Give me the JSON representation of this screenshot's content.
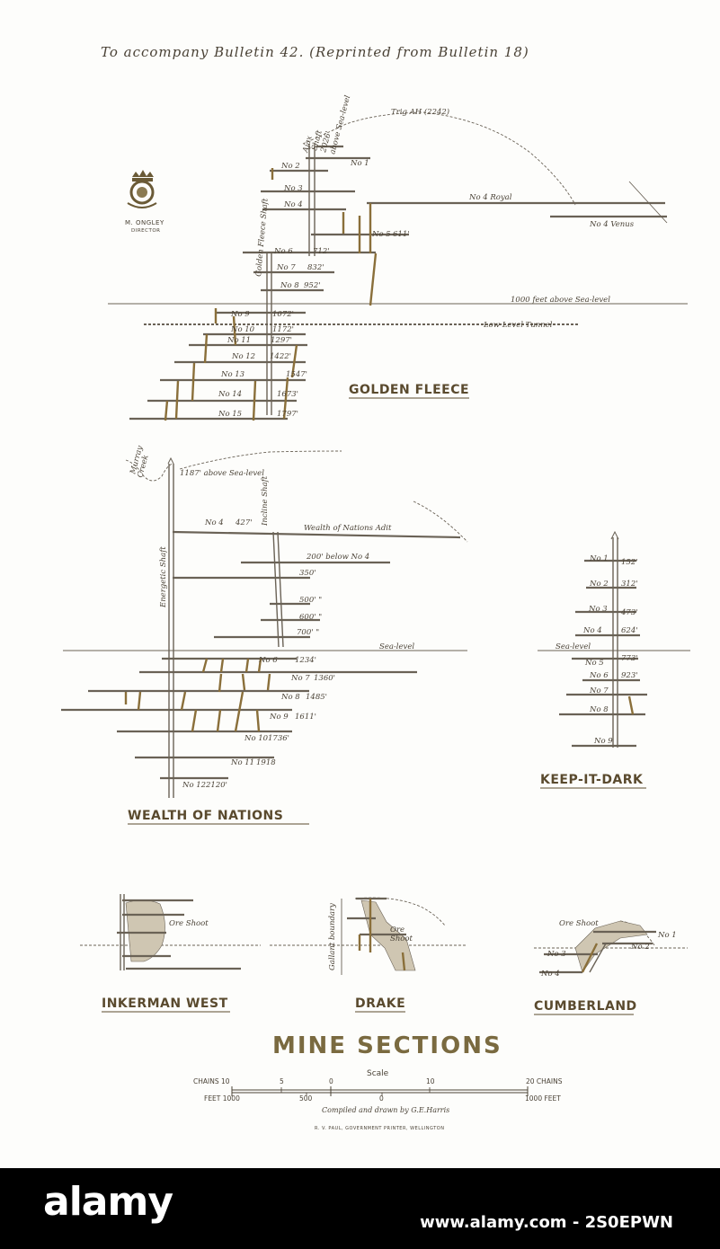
{
  "header": {
    "text": "To accompany  Bulletin 42. (Reprinted  from  Bulletin  18)"
  },
  "logo": {
    "line1": "M. ONGLEY",
    "line2": "DIRECTOR"
  },
  "golden_fleece": {
    "title": "GOLDEN FLEECE",
    "shaft_ajax": "Ajax",
    "shaft_ajax2": "Shaft",
    "ajax_elev": "2026'",
    "ajax_note": "above Sea-level",
    "trig": "Trig AH (2242)",
    "shaft_gf": "Golden Fleece Shaft",
    "sea_level": "1000 feet above Sea-level",
    "low_level": "Low Level Tunnel",
    "royal": "No 4 Royal",
    "venus": "No 4 Venus",
    "levels": [
      {
        "no": "No 1",
        "depth": ""
      },
      {
        "no": "No 2",
        "depth": ""
      },
      {
        "no": "No 3",
        "depth": ""
      },
      {
        "no": "No 4",
        "depth": ""
      },
      {
        "no": "No 5",
        "depth": "611'"
      },
      {
        "no": "No 6",
        "depth": "712'"
      },
      {
        "no": "No 7",
        "depth": "832'"
      },
      {
        "no": "No 8",
        "depth": "952'"
      },
      {
        "no": "No 9",
        "depth": "1072'"
      },
      {
        "no": "No 10",
        "depth": "1172'"
      },
      {
        "no": "No 11",
        "depth": "1297'"
      },
      {
        "no": "No 12",
        "depth": "1422'"
      },
      {
        "no": "No 13",
        "depth": "1547'"
      },
      {
        "no": "No 14",
        "depth": "1673'"
      },
      {
        "no": "No 15",
        "depth": "1797'"
      }
    ]
  },
  "wealth_of_nations": {
    "title": "WEALTH OF NATIONS",
    "creek": "Murray",
    "creek2": "Creek",
    "top_elev": "1187' above Sea-level",
    "shaft_energetic": "Energetic Shaft",
    "shaft_incline": "Incline Shaft",
    "adit": "Wealth of Nations Adit",
    "sea_level": "Sea-level",
    "no4": {
      "no": "No 4",
      "depth": "427'"
    },
    "incline_levels": [
      "200' below No 4",
      "350'",
      "500'  \"",
      "600'  \"",
      "700'  \""
    ],
    "levels": [
      {
        "no": "No 6",
        "depth": "1234'"
      },
      {
        "no": "No 7",
        "depth": "1360'"
      },
      {
        "no": "No 8",
        "depth": "1485'"
      },
      {
        "no": "No 9",
        "depth": "1611'"
      },
      {
        "no": "No 10",
        "depth": "1736'"
      },
      {
        "no": "No 11",
        "depth": "1918"
      },
      {
        "no": "No 12",
        "depth": "2120'"
      }
    ]
  },
  "keep_it_dark": {
    "title": "KEEP-IT-DARK",
    "sea_level": "Sea-level",
    "levels": [
      {
        "no": "No 1",
        "depth": "152'"
      },
      {
        "no": "No 2",
        "depth": "312'"
      },
      {
        "no": "No 3",
        "depth": "473'"
      },
      {
        "no": "No 4",
        "depth": "624'"
      },
      {
        "no": "No 5",
        "depth": "773'"
      },
      {
        "no": "No 6",
        "depth": "923'"
      },
      {
        "no": "No 7",
        "depth": ""
      },
      {
        "no": "No 8",
        "depth": ""
      },
      {
        "no": "No 9",
        "depth": ""
      }
    ]
  },
  "inkerman_west": {
    "title": "INKERMAN WEST",
    "ore": "Ore Shoot"
  },
  "drake": {
    "title": "DRAKE",
    "ore": "Ore",
    "ore2": "Shoot",
    "boundary": "Gallant boundary"
  },
  "cumberland": {
    "title": "CUMBERLAND",
    "ore": "Ore Shoot",
    "levels": [
      "No 1",
      "No 2",
      "No 3",
      "No 4"
    ]
  },
  "main_title": "MINE SECTIONS",
  "scale": {
    "label": "Scale",
    "chains_left": "CHAINS 10",
    "chains_5": "5",
    "chains_0": "0",
    "chains_10": "10",
    "chains_right": "20 CHAINS",
    "feet_left": "FEET 1000",
    "feet_500": "500",
    "feet_0": "0",
    "feet_right": "1000 FEET"
  },
  "credit": "Compiled and drawn by G.E.Harris",
  "printer": "R. V. PAUL, GOVERNMENT PRINTER, WELLINGTON",
  "watermark": {
    "brand": "alamy",
    "link": "www.alamy.com - 2S0EPWN"
  }
}
